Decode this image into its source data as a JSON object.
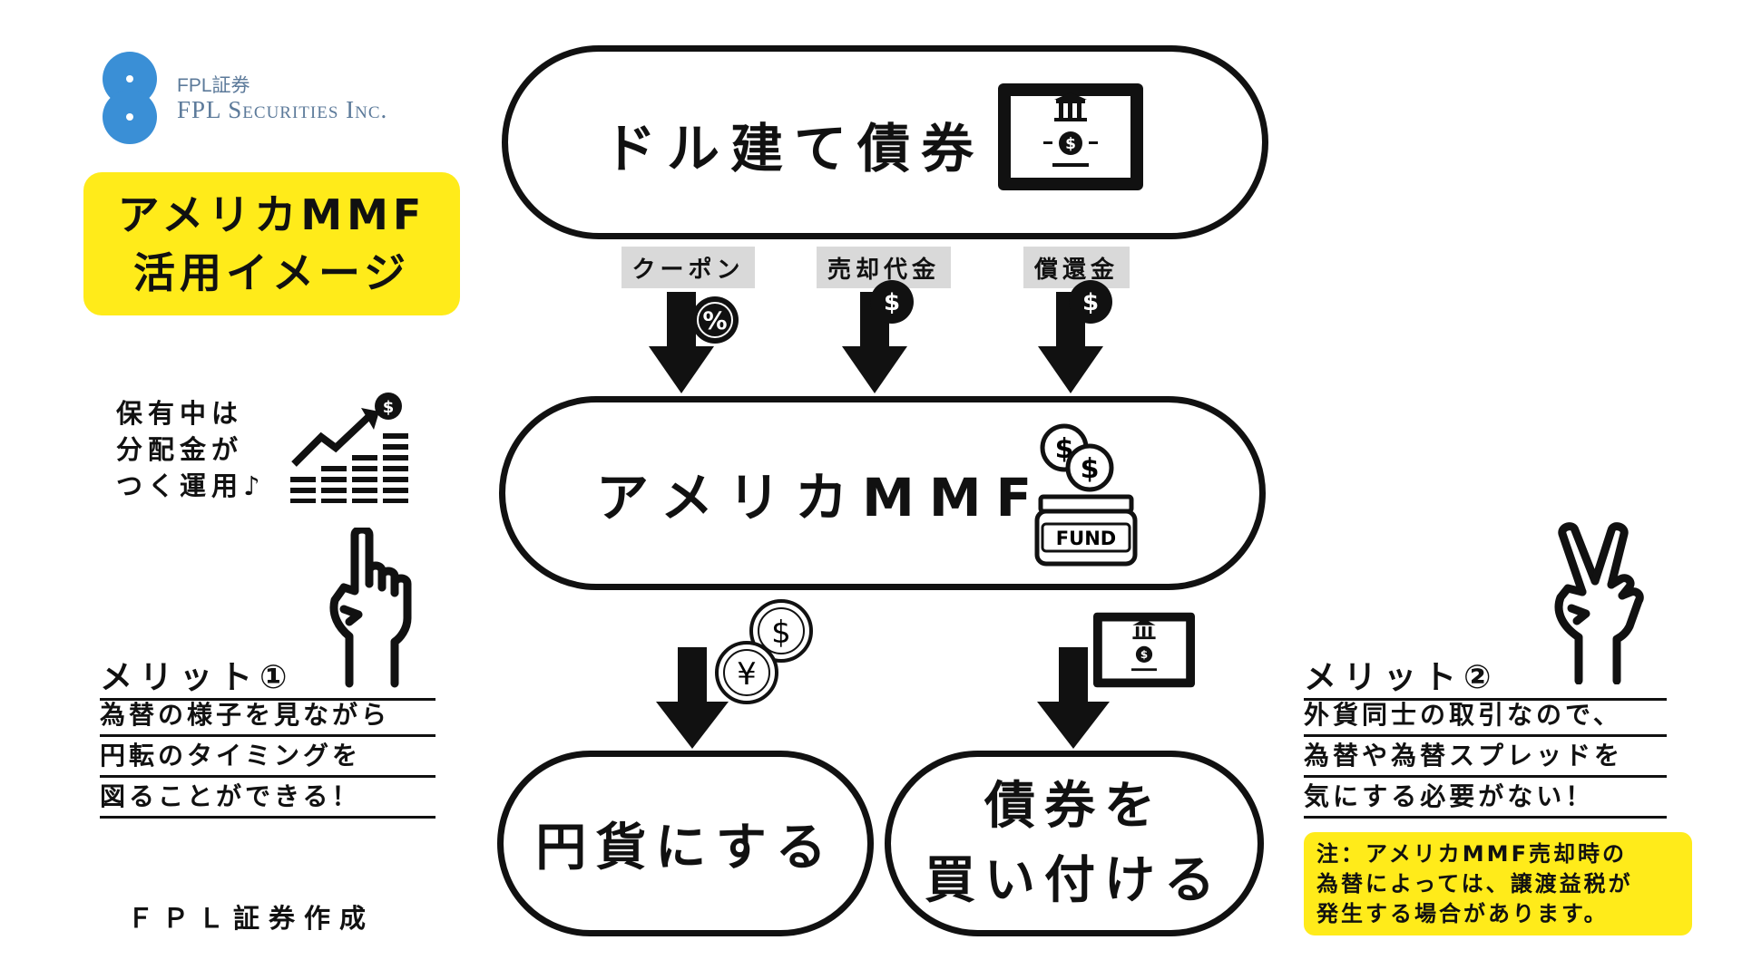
{
  "logo": {
    "name_jp": "FPL証券",
    "name_en": "FPL Securities Inc."
  },
  "title": {
    "line1": "アメリカMMF",
    "line2": "活用イメージ"
  },
  "flow": {
    "top_box": "ドル建て債券",
    "labels": [
      "クーポン",
      "売却代金",
      "償還金"
    ],
    "middle_box": "アメリカMMF",
    "fund_label": "FUND",
    "bottom_left": "円貨にする",
    "bottom_right_line1": "債券を",
    "bottom_right_line2": "買い付ける"
  },
  "holding_note": {
    "line1": "保有中は",
    "line2": "分配金が",
    "line3": "つく運用♪"
  },
  "merit1": {
    "title": "メリット①",
    "lines": [
      "為替の様子を見ながら",
      "円転のタイミングを",
      "図ることができる！"
    ]
  },
  "merit2": {
    "title": "メリット②",
    "lines": [
      "外貨同士の取引なので、",
      "為替や為替スプレッドを",
      "気にする必要がない！"
    ]
  },
  "note": {
    "lines": [
      "注：アメリカMMF売却時の",
      "為替によっては、譲渡益税が",
      "発生する場合があります。"
    ]
  },
  "credit": "ＦＰＬ証券作成",
  "colors": {
    "accent_yellow": "#ffeb1a",
    "label_gray": "#d9d9d9",
    "logo_blue": "#3a8fd6"
  }
}
